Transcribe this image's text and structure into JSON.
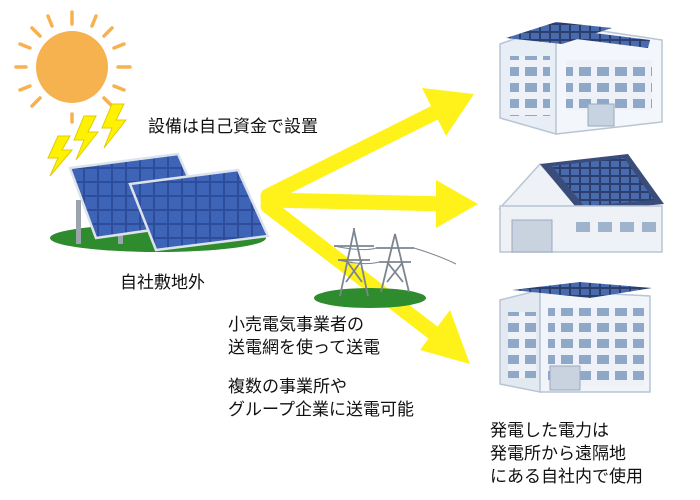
{
  "labels": {
    "funding": "設備は自己資金で設置",
    "site": "自社敷地外",
    "grid": [
      "小売電気事業者の",
      "送電網を使って送電"
    ],
    "multi": [
      "複数の事業所や",
      "グループ企業に送電可能"
    ],
    "use": [
      "発電した電力は",
      "発電所から遠隔地",
      "にある自社内で使用"
    ]
  },
  "icons": [
    "sun-icon",
    "lightning-icon",
    "solar-panel-icon",
    "transmission-tower-icon",
    "office-building-icon",
    "factory-icon",
    "apartment-building-icon"
  ],
  "colors": {
    "sun": "#F6B24E",
    "lightning": "#FFF200",
    "arrow": "#FFF21A",
    "panel": "#2D4D9A",
    "grass": "#2E8B2E",
    "building": "#E8EEF5",
    "roof": "#3A4C7A"
  }
}
